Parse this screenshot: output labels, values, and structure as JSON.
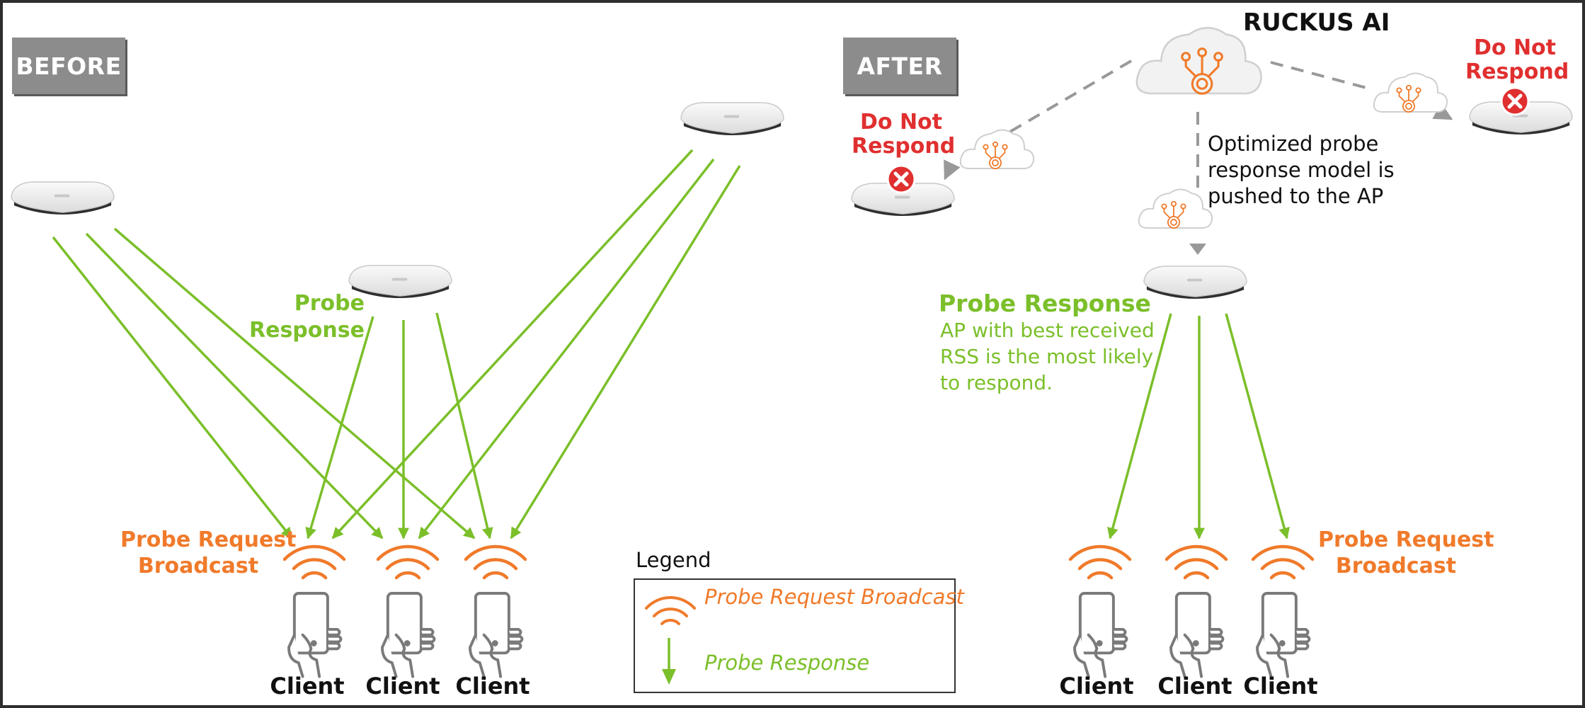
{
  "before": {
    "tag": "BEFORE",
    "probe_response_label": [
      "Probe",
      "Response"
    ],
    "probe_request_label": [
      "Probe Request",
      "Broadcast"
    ],
    "clients": [
      "Client",
      "Client",
      "Client"
    ]
  },
  "after": {
    "tag": "AFTER",
    "cloud_title": "RUCKUS AI",
    "do_not_respond_left": [
      "Do Not",
      "Respond"
    ],
    "do_not_respond_right": [
      "Do Not",
      "Respond"
    ],
    "optimized_note": [
      "Optimized probe",
      "response model is",
      "pushed to the AP"
    ],
    "probe_response_title": "Probe Response",
    "probe_response_desc": [
      "AP with best received",
      "RSS is the most likely",
      "to respond."
    ],
    "probe_request_label": [
      "Probe Request",
      "Broadcast"
    ],
    "clients": [
      "Client",
      "Client",
      "Client"
    ]
  },
  "legend": {
    "title": "Legend",
    "items": [
      "Probe Request Broadcast",
      "Probe Response"
    ]
  },
  "colors": {
    "green": "#7bbf2a",
    "orange": "#f07a2a",
    "red": "#e02f2f",
    "tag_gray": "#8c8c8c",
    "dashed_gray": "#999999"
  },
  "icons": [
    "access-point-icon",
    "wifi-signal-icon",
    "phone-hand-icon",
    "cloud-ai-icon",
    "x-badge-icon"
  ]
}
